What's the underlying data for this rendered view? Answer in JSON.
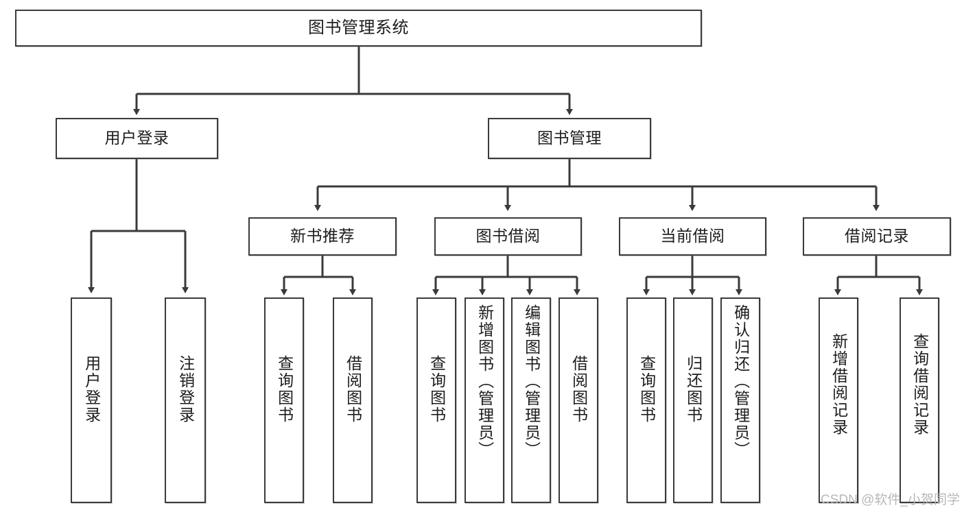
{
  "diagram": {
    "title": "图书管理系统",
    "type": "hierarchy-tree",
    "levels": 4
  },
  "nodes": {
    "root": {
      "label": "图书管理系统"
    },
    "level2": [
      {
        "id": "user-login",
        "label": "用户登录"
      },
      {
        "id": "book-manage",
        "label": "图书管理"
      }
    ],
    "level3": [
      {
        "id": "new-book-rec",
        "label": "新书推荐"
      },
      {
        "id": "book-borrow",
        "label": "图书借阅"
      },
      {
        "id": "current-borrow",
        "label": "当前借阅"
      },
      {
        "id": "borrow-record",
        "label": "借阅记录"
      }
    ],
    "leaves": {
      "user_login": [
        {
          "id": "leaf-user-login",
          "label": "用户登录"
        },
        {
          "id": "leaf-logout",
          "label": "注销登录"
        }
      ],
      "new_book_rec": [
        {
          "id": "leaf-query-book-1",
          "label": "查询图书"
        },
        {
          "id": "leaf-borrow-book-1",
          "label": "借阅图书"
        }
      ],
      "book_borrow": [
        {
          "id": "leaf-query-book-2",
          "label": "查询图书"
        },
        {
          "id": "leaf-add-book",
          "label": "新增图书（管理员）"
        },
        {
          "id": "leaf-edit-book",
          "label": "编辑图书（管理员）"
        },
        {
          "id": "leaf-borrow-book-2",
          "label": "借阅图书"
        }
      ],
      "current_borrow": [
        {
          "id": "leaf-query-book-3",
          "label": "查询图书"
        },
        {
          "id": "leaf-return-book",
          "label": "归还图书"
        },
        {
          "id": "leaf-confirm-return",
          "label": "确认归还（管理员）"
        }
      ],
      "borrow_record": [
        {
          "id": "leaf-add-record",
          "label": "新增借阅记录"
        },
        {
          "id": "leaf-query-record",
          "label": "查询借阅记录"
        }
      ]
    }
  },
  "watermark": {
    "text": "CSDN @软件_小贺同学"
  },
  "colors": {
    "stroke": "#3a3a3a",
    "fill": "#ffffff",
    "text": "#1d1d1d",
    "watermark": "#b8b8b8"
  }
}
